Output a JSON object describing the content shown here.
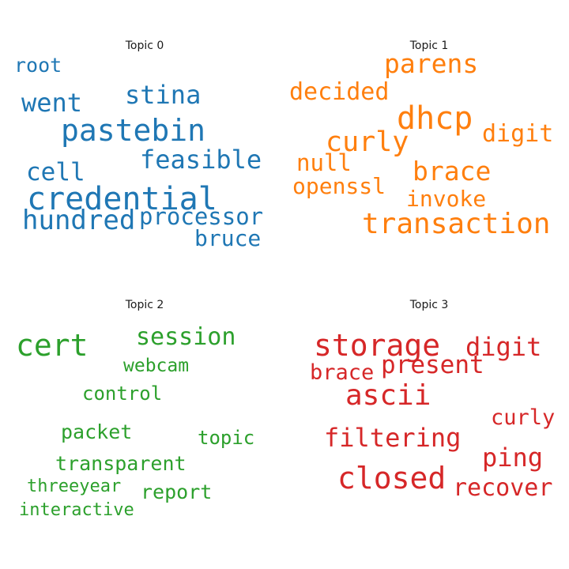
{
  "chart_data": [
    {
      "type": "wordcloud",
      "title": "Topic 0",
      "color": "#1f77b4",
      "words": [
        {
          "text": "credential",
          "weight": 1.0
        },
        {
          "text": "pastebin",
          "weight": 0.95
        },
        {
          "text": "hundred",
          "weight": 0.85
        },
        {
          "text": "went",
          "weight": 0.82
        },
        {
          "text": "stina",
          "weight": 0.8
        },
        {
          "text": "feasible",
          "weight": 0.8
        },
        {
          "text": "cell",
          "weight": 0.78
        },
        {
          "text": "processor",
          "weight": 0.74
        },
        {
          "text": "bruce",
          "weight": 0.72
        },
        {
          "text": "root",
          "weight": 0.64
        }
      ]
    },
    {
      "type": "wordcloud",
      "title": "Topic 1",
      "color": "#ff7f0e",
      "words": [
        {
          "text": "dhcp",
          "weight": 1.0
        },
        {
          "text": "transaction",
          "weight": 0.9
        },
        {
          "text": "curly",
          "weight": 0.88
        },
        {
          "text": "parens",
          "weight": 0.84
        },
        {
          "text": "brace",
          "weight": 0.84
        },
        {
          "text": "decided",
          "weight": 0.77
        },
        {
          "text": "digit",
          "weight": 0.77
        },
        {
          "text": "null",
          "weight": 0.75
        },
        {
          "text": "openssl",
          "weight": 0.72
        },
        {
          "text": "invoke",
          "weight": 0.72
        }
      ]
    },
    {
      "type": "wordcloud",
      "title": "Topic 2",
      "color": "#2ca02c",
      "words": [
        {
          "text": "cert",
          "weight": 1.0
        },
        {
          "text": "session",
          "weight": 0.78
        },
        {
          "text": "transparent",
          "weight": 0.66
        },
        {
          "text": "packet",
          "weight": 0.64
        },
        {
          "text": "report",
          "weight": 0.64
        },
        {
          "text": "control",
          "weight": 0.62
        },
        {
          "text": "topic",
          "weight": 0.62
        },
        {
          "text": "webcam",
          "weight": 0.58
        },
        {
          "text": "threeyear",
          "weight": 0.55
        },
        {
          "text": "interactive",
          "weight": 0.55
        }
      ]
    },
    {
      "type": "wordcloud",
      "title": "Topic 3",
      "color": "#d62728",
      "words": [
        {
          "text": "storage",
          "weight": 1.0
        },
        {
          "text": "closed",
          "weight": 1.0
        },
        {
          "text": "ascii",
          "weight": 0.94
        },
        {
          "text": "digit",
          "weight": 0.83
        },
        {
          "text": "ping",
          "weight": 0.83
        },
        {
          "text": "filtering",
          "weight": 0.83
        },
        {
          "text": "present",
          "weight": 0.8
        },
        {
          "text": "recover",
          "weight": 0.78
        },
        {
          "text": "curly",
          "weight": 0.7
        },
        {
          "text": "brace",
          "weight": 0.7
        }
      ]
    }
  ]
}
